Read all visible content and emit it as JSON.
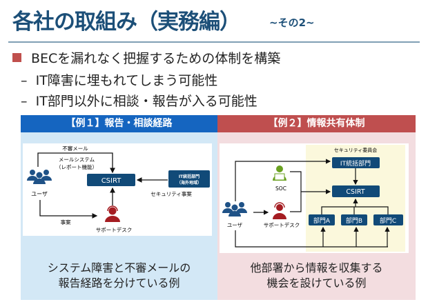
{
  "title": "各社の取組み（実務編）",
  "subtitle": "~その2~",
  "bullet": "BECを漏れなく把握するための体制を構築",
  "subbullets": [
    "IT障害に埋もれてしまう可能性",
    "IT部門以外に相談・報告が入る可能性"
  ],
  "dash": "–",
  "example1": {
    "header": "【例１】報告・相談経路",
    "labels": {
      "suspicious_mail": "不審メール",
      "mail_system": "メールシステム",
      "report_function": "（レポート機能）",
      "csirt": "CSIRT",
      "it_dept_line1": "IT統括部門",
      "it_dept_line2": "（海外地域）",
      "user": "ユーザ",
      "security_incident": "セキュリティ事案",
      "incident": "事案",
      "support_desk": "サポートデスク"
    },
    "caption": [
      "システム障害と不審メールの",
      "報告経路を分けている例"
    ]
  },
  "example2": {
    "header": "【例２】情報共有体制",
    "labels": {
      "committee": "セキュリティ委員会",
      "it_dept": "IT統括部門",
      "csirt": "CSIRT",
      "soc": "SOC",
      "user": "ユーザ",
      "support_desk": "サポートデスク",
      "dept_a": "部門A",
      "dept_b": "部門B",
      "dept_c": "部門C"
    },
    "caption": [
      "他部署から情報を収集する",
      "機会を設けている例"
    ]
  },
  "colors": {
    "navy": "#114a78",
    "blue_header": "#1565c0",
    "red_header": "#bf4f4f",
    "accent_red": "#c0504d",
    "soc_green": "#6aa121",
    "desk_red": "#a51d22"
  }
}
